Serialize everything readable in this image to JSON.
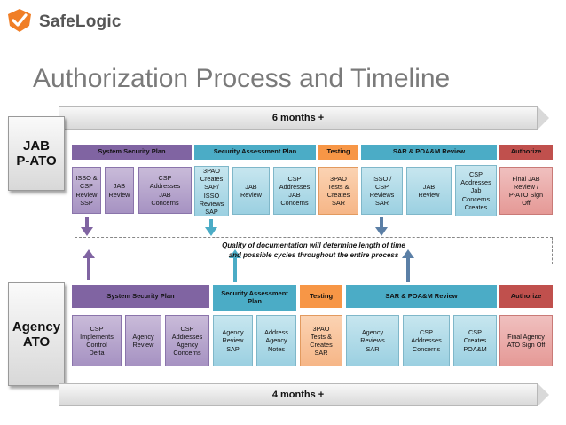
{
  "logo": {
    "name": "SafeLogic",
    "icon": "checkmark-shield-icon",
    "color": "#f07e26"
  },
  "title": "Authorization Process and Timeline",
  "jab": {
    "side_label_line1": "JAB",
    "side_label_line2": "P-ATO",
    "timeline_label": "6 months +",
    "phases": [
      "System Security Plan",
      "Security Assessment Plan",
      "Testing",
      "SAR & POA&M Review",
      "Authorize"
    ],
    "boxes": [
      "ISSO &\nCSP\nReview\nSSP",
      "JAB\nReview",
      "CSP\nAddresses\nJAB\nConcerns",
      "3PAO\nCreates\nSAP/ ISSO\nReviews\nSAP",
      "JAB\nReview",
      "CSP\nAddresses\nJAB\nConcerns",
      "3PAO\nTests &\nCreates\nSAR",
      "ISSO /\nCSP\nReviews\nSAR",
      "JAB\nReview",
      "CSP\nAddresses\nJab\nConcerns\nCreates",
      "Final JAB\nReview /\nP-ATO Sign\nOff"
    ]
  },
  "note": {
    "line1": "Quality of documentation will determine length of time",
    "line2": "and possible cycles throughout the entire process"
  },
  "agency": {
    "side_label_line1": "Agency",
    "side_label_line2": "ATO",
    "timeline_label": "4 months +",
    "phases": [
      "System Security Plan",
      "Security Assessment\nPlan",
      "Testing",
      "SAR & POA&M Review",
      "Authorize"
    ],
    "boxes": [
      "CSP\nImplements\nControl\nDelta",
      "Agency\nReview",
      "CSP\nAddresses\nAgency\nConcerns",
      "Agency\nReview\nSAP",
      "Address\nAgency\nNotes",
      "3PAO\nTests &\nCreates\nSAR",
      "Agency\nReviews\nSAR",
      "CSP\nAddresses\nConcerns",
      "CSP\nCreates\nPOA&M",
      "Final Agency\nATO Sign Off"
    ]
  },
  "colors": {
    "purple": "#8064a2",
    "blue": "#4bacc6",
    "orange": "#f79646",
    "red": "#c0504d",
    "arrow_purple": "#8064a2",
    "arrow_blue": "#4bacc6",
    "arrow_slate": "#5b7fa6"
  }
}
